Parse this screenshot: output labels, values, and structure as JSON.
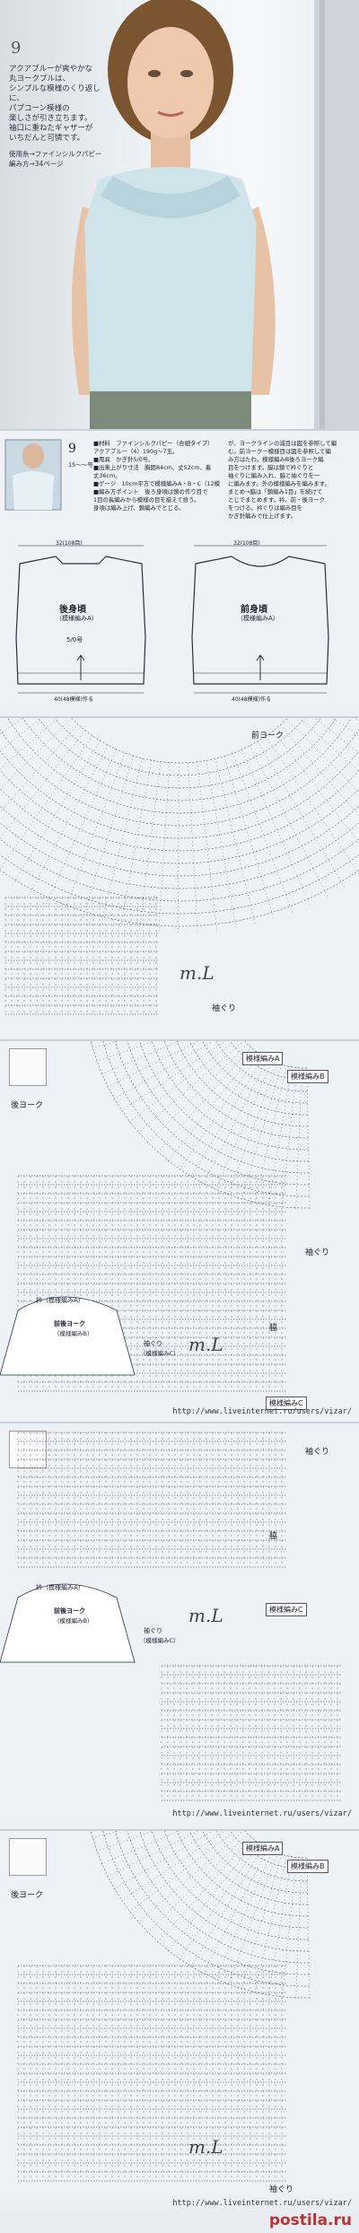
{
  "photo": {
    "pattern_number": "9",
    "caption_lines": [
      "アクアブルーが爽やかな",
      "丸ヨークプルは、",
      "シンプルな模様のくり返しに、",
      "パプコーン模様の",
      "楽しさが引き立ちます。",
      "袖口に重ねたギャザーが",
      "いちだんと可憐です。"
    ],
    "yarn_line": "使用糸→ファインシルクパピー",
    "page_ref": "編み方→34ページ"
  },
  "instructions": {
    "number": "9",
    "size": "15〜〜号",
    "lines_left": [
      "■材料　ファインシルクパピー（合細タイプ）",
      "アクアブルー（4）190g〜7玉。",
      "■用具　かぎ針5/0号。",
      "■出来上がり寸法　胸囲84cm、丈52cm、着",
      "丈36cm。",
      "■ゲージ　10cm平方で模様編みA・B・C（12模",
      "■編み方ポイント　後ろ身頃は鎖の作り目で",
      "1目の長編みから模様の目を揃えて拾う。",
      "身頃は編み上げ、鎖編みでとじる。"
    ],
    "lines_right": [
      "が、ヨークラインの減目は図を参照して編",
      "む。前ヨーク一模様目は図を参照して編",
      "み方はたわ。模様編みB後ろヨーク編",
      "目をつけます。脇は鎖で衿ぐりと",
      "袖ぐりに編み入れ、脇と袖ぐりを一",
      "に編みます。外の模様編みを編みます。",
      "まとめ→脇は「鎖編み1目」を続けて",
      "とじでまとめます。衿、前・後ヨーク",
      "をつける。衿ぐりは編み目を",
      "かぎ針編みで仕上げます。"
    ]
  },
  "schematic": {
    "back_label": "後身頃",
    "back_sub": "（模様編みA）",
    "front_label": "前身頃",
    "front_sub": "（模様編みA）",
    "needle": "5/0号",
    "width_back": "40(48模様)作る",
    "width_front": "40(48模様)作る",
    "top_back": "32(108目)",
    "top_front": "32(108目)"
  },
  "chart1": {
    "label_front_yoke": "前ヨーク",
    "label_sleeve": "袖ぐり",
    "mark": "m.L"
  },
  "chart2": {
    "label_back_yoke": "後ヨーク",
    "label_pattern_a": "模様編みA",
    "label_pattern_b": "模様編みB",
    "label_sleeve": "袖ぐり",
    "label_side": "脇",
    "label_pattern_c": "模様編みC",
    "collar": "衿（模様編みA）",
    "front_yoke": "前後ヨーク",
    "front_yoke_sub": "（模様編みB）",
    "sleeve_edge": "袖ぐり",
    "sleeve_edge_sub": "（模様編みC）",
    "mark": "m.L",
    "url": "http://www.liveinternet.ru/users/vizar/"
  },
  "chart3": {
    "label_sleeve": "袖ぐり",
    "label_side": "脇",
    "label_pattern_c": "模様編みC",
    "collar": "衿（模様編みA）",
    "front_yoke": "前後ヨーク",
    "front_yoke_sub": "（模様編みB）",
    "sleeve_edge": "袖ぐり",
    "sleeve_edge_sub": "（模様編みC）",
    "mark": "m.L",
    "url": "http://www.liveinternet.ru/users/vizar/"
  },
  "chart4": {
    "label_back_yoke": "後ヨーク",
    "label_pattern_a": "模様編みA",
    "label_pattern_b": "模様編みB",
    "label_sleeve": "袖ぐり",
    "mark": "m.L"
  },
  "watermark": {
    "brand": "postila.ru",
    "url": "http://www.liveinternet.ru/users/vizar/"
  },
  "colors": {
    "yarn": "#cfe3ea",
    "ink": "#2b3140",
    "paper": "#eef1f5"
  }
}
